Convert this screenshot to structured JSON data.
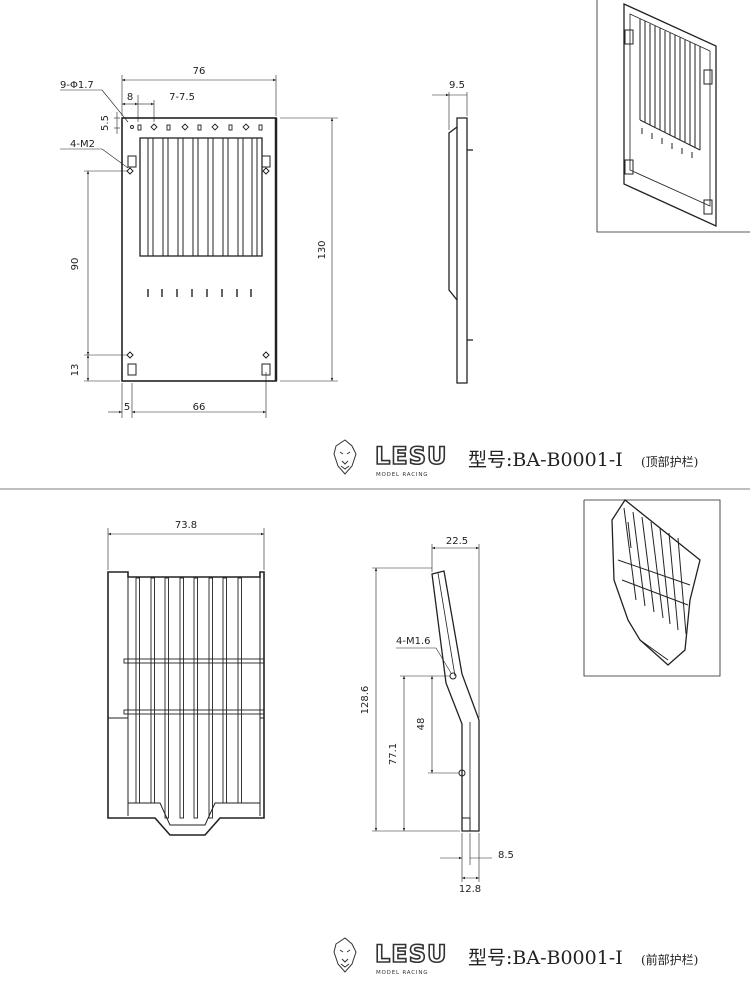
{
  "top_drawing": {
    "dims": {
      "width_76": "76",
      "hole_spec": "9-Φ1.7",
      "offset_8": "8",
      "pitch": "7-7.5",
      "offset_5_5": "5.5",
      "thread_spec": "4-M2",
      "height_90": "90",
      "height_13": "13",
      "left_5": "5",
      "span_66": "66",
      "height_130": "130",
      "thickness_9_5": "9.5"
    },
    "model_label": "型号:BA-B0001-I",
    "model_note": "(顶部护栏)"
  },
  "bottom_drawing": {
    "dims": {
      "width_73_8": "73.8",
      "depth_22_5": "22.5",
      "thread_spec": "4-M1.6",
      "height_128_6": "128.6",
      "height_77_1": "77.1",
      "height_48": "48",
      "offset_8_5": "8.5",
      "base_12_8": "12.8"
    },
    "model_label": "型号:BA-B0001-I",
    "model_note": "(前部护栏)"
  },
  "brand": {
    "name": "LESU",
    "tagline": "MODEL RACING"
  }
}
